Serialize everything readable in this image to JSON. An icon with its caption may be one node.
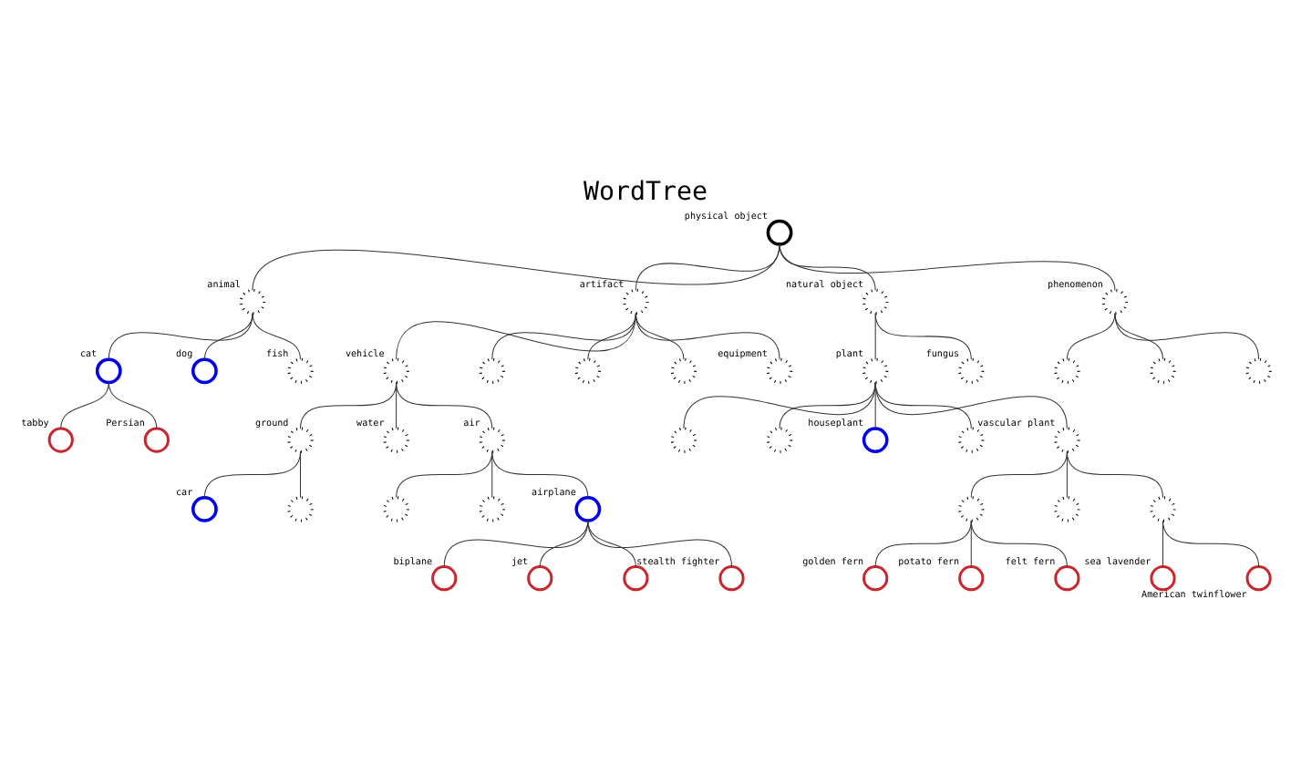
{
  "diagram": {
    "title": "WordTree",
    "nodes": [
      {
        "text": [
          "physical object"
        ]
      },
      {
        "text": [
          "animal"
        ]
      },
      {
        "text": [
          "artifact"
        ]
      },
      {
        "text": [
          "natural object"
        ]
      },
      {
        "text": [
          "phenomenon"
        ]
      },
      {
        "text": [
          "cat"
        ]
      },
      {
        "text": [
          "dog"
        ]
      },
      {
        "text": [
          "fish"
        ]
      },
      {
        "text": [
          "vehicle"
        ]
      },
      {
        "text": [],
        "shape": "circle"
      },
      {
        "text": [],
        "shape": "circle"
      },
      {
        "text": [],
        "shape": "circle"
      },
      {
        "text": [
          "equipment"
        ]
      },
      {
        "text": [
          "plant"
        ]
      },
      {
        "text": [
          "fungus"
        ]
      },
      {
        "text": [],
        "shape": "circle"
      },
      {
        "text": [],
        "shape": "circle"
      },
      {
        "text": [],
        "shape": "circle"
      },
      {
        "text": [
          "tabby"
        ]
      },
      {
        "text": [
          "Persian"
        ]
      },
      {
        "text": [
          "ground"
        ]
      },
      {
        "text": [
          "water"
        ]
      },
      {
        "text": [
          "air"
        ]
      },
      {
        "text": [],
        "shape": "circle"
      },
      {
        "text": [],
        "shape": "circle"
      },
      {
        "text": [
          "houseplant"
        ]
      },
      {
        "text": [],
        "shape": "circle"
      },
      {
        "text": [
          "vascular plant"
        ]
      },
      {
        "text": [
          "car"
        ]
      },
      {
        "text": [],
        "shape": "circle"
      },
      {
        "text": [],
        "shape": "circle"
      },
      {
        "text": [],
        "shape": "circle"
      },
      {
        "text": [
          "airplane"
        ]
      },
      {
        "text": [],
        "shape": "circle"
      },
      {
        "text": [],
        "shape": "circle"
      },
      {
        "text": [],
        "shape": "circle"
      },
      {
        "text": [
          "biplane"
        ]
      },
      {
        "text": [
          "jet"
        ]
      },
      {
        "text": [],
        "shape": "circle"
      },
      {
        "text": [
          "stealth fighter"
        ]
      },
      {
        "text": [
          "golden fern"
        ]
      },
      {
        "text": [
          "potato fern"
        ]
      },
      {
        "text": [
          "felt fern"
        ]
      },
      {
        "text": [
          "sea lavender"
        ]
      },
      {
        "text": [
          "American twinflower"
        ]
      }
    ],
    "edges": [
      {
        "from": 0,
        "to": 1,
        "arrow": "none"
      },
      {
        "from": 0,
        "to": 2,
        "arrow": "none"
      },
      {
        "from": 0,
        "to": 3,
        "arrow": "none"
      },
      {
        "from": 0,
        "to": 4,
        "arrow": "none"
      },
      {
        "from": 1,
        "to": 5,
        "arrow": "none"
      },
      {
        "from": 1,
        "to": 6,
        "arrow": "none"
      },
      {
        "from": 1,
        "to": 7,
        "arrow": "none"
      },
      {
        "from": 2,
        "to": 8,
        "arrow": "none"
      },
      {
        "from": 2,
        "to": 9,
        "arrow": "none"
      },
      {
        "from": 2,
        "to": 10,
        "arrow": "none"
      },
      {
        "from": 2,
        "to": 11,
        "arrow": "none"
      },
      {
        "from": 2,
        "to": 12,
        "arrow": "none"
      },
      {
        "from": 3,
        "to": 13,
        "arrow": "none"
      },
      {
        "from": 3,
        "to": 14,
        "arrow": "none"
      },
      {
        "from": 4,
        "to": 15,
        "arrow": "none"
      },
      {
        "from": 4,
        "to": 16,
        "arrow": "none"
      },
      {
        "from": 4,
        "to": 17,
        "arrow": "none"
      },
      {
        "from": 5,
        "to": 18,
        "arrow": "none"
      },
      {
        "from": 5,
        "to": 19,
        "arrow": "none"
      },
      {
        "from": 8,
        "to": 20,
        "arrow": "none"
      },
      {
        "from": 8,
        "to": 21,
        "arrow": "none"
      },
      {
        "from": 8,
        "to": 22,
        "arrow": "none"
      },
      {
        "from": 13,
        "to": 23,
        "arrow": "none"
      },
      {
        "from": 13,
        "to": 24,
        "arrow": "none"
      },
      {
        "from": 13,
        "to": 25,
        "arrow": "none"
      },
      {
        "from": 13,
        "to": 26,
        "arrow": "none"
      },
      {
        "from": 13,
        "to": 27,
        "arrow": "none"
      },
      {
        "from": 20,
        "to": 28,
        "arrow": "none"
      },
      {
        "from": 20,
        "to": 29,
        "arrow": "none"
      },
      {
        "from": 22,
        "to": 30,
        "arrow": "none"
      },
      {
        "from": 22,
        "to": 31,
        "arrow": "none"
      },
      {
        "from": 22,
        "to": 32,
        "arrow": "none"
      },
      {
        "from": 27,
        "to": 33,
        "arrow": "none"
      },
      {
        "from": 27,
        "to": 34,
        "arrow": "none"
      },
      {
        "from": 27,
        "to": 35,
        "arrow": "none"
      },
      {
        "from": 32,
        "to": 36,
        "arrow": "none"
      },
      {
        "from": 32,
        "to": 37,
        "arrow": "none"
      },
      {
        "from": 32,
        "to": 38,
        "arrow": "none"
      },
      {
        "from": 32,
        "to": 39,
        "arrow": "none"
      },
      {
        "from": 33,
        "to": 40,
        "arrow": "none"
      },
      {
        "from": 33,
        "to": 41,
        "arrow": "none"
      },
      {
        "from": 33,
        "to": 42,
        "arrow": "none"
      },
      {
        "from": 35,
        "to": 43,
        "arrow": "none"
      },
      {
        "from": 35,
        "to": 44,
        "arrow": "none"
      }
    ]
  }
}
